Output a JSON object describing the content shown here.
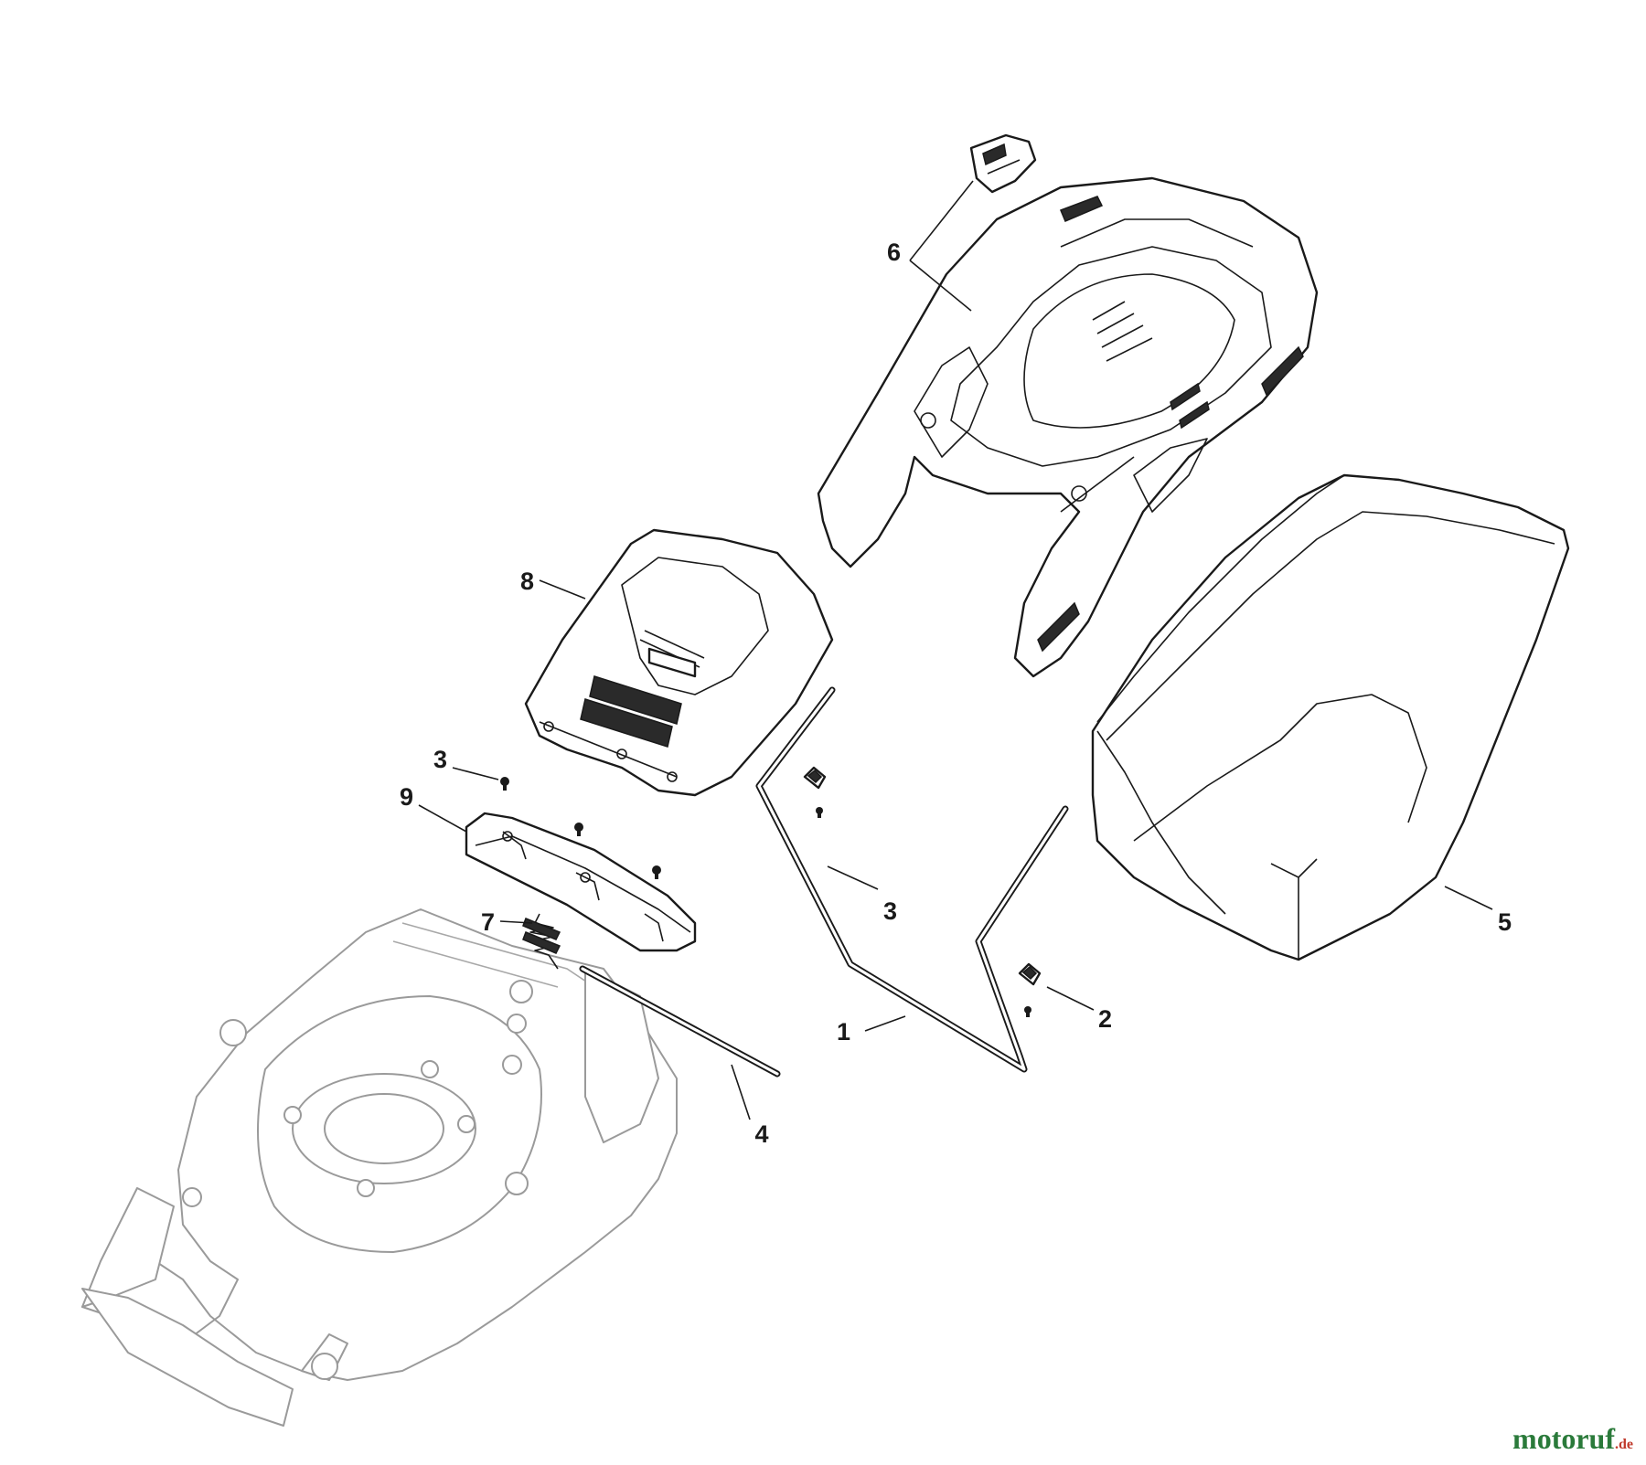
{
  "callouts": {
    "c1": "1",
    "c2": "2",
    "c3a": "3",
    "c3b": "3",
    "c4": "4",
    "c5": "5",
    "c6": "6",
    "c7": "7",
    "c8": "8",
    "c9": "9"
  },
  "watermark": {
    "main": "motoruf",
    "sub": ".de"
  }
}
